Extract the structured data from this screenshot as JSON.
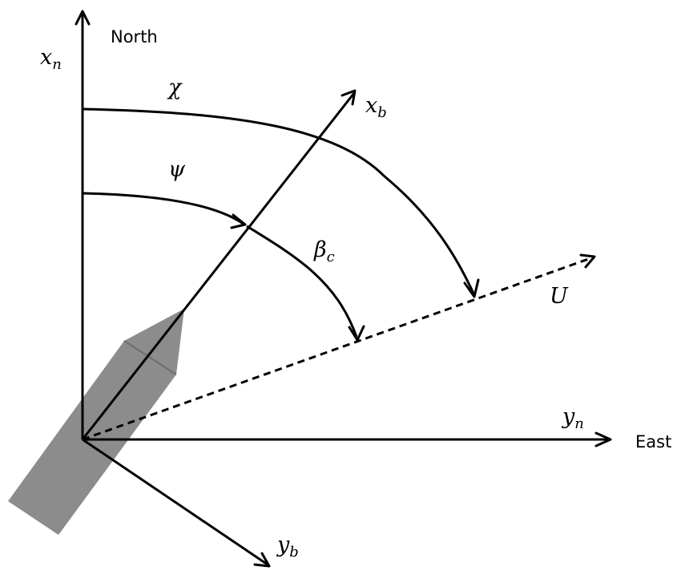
{
  "labels": {
    "north": "North",
    "east": "East",
    "xn": {
      "main": "x",
      "sub": "n"
    },
    "yn": {
      "main": "y",
      "sub": "n"
    },
    "xb": {
      "main": "x",
      "sub": "b"
    },
    "yb": {
      "main": "y",
      "sub": "b"
    },
    "chi": "χ",
    "psi": "ψ",
    "beta_c": {
      "main": "β",
      "sub": "c"
    },
    "u": "U"
  },
  "colors": {
    "vessel_fill": "#8c8c8c",
    "vessel_edge": "#6e6e6e",
    "stroke": "#000000"
  }
}
